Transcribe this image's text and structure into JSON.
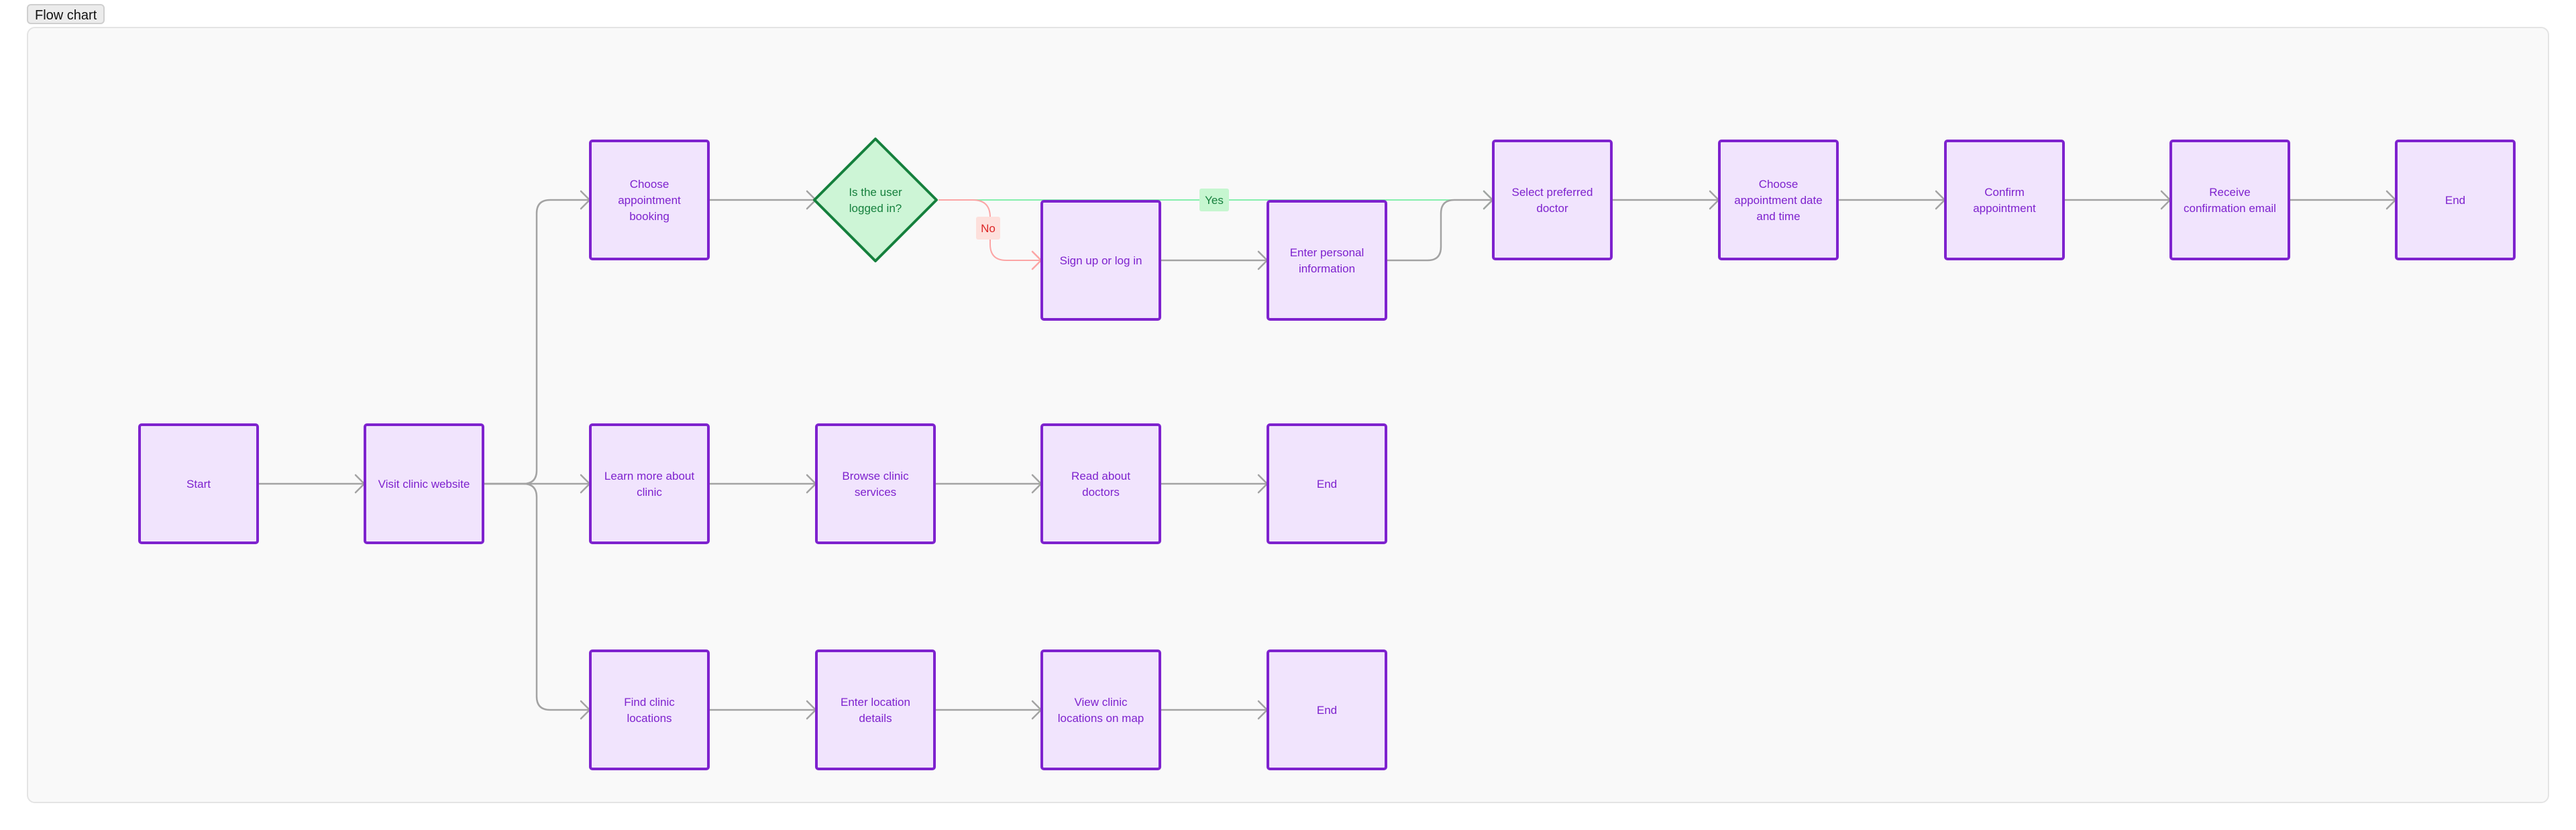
{
  "header": {
    "title": "Flow chart"
  },
  "colors": {
    "node_fill": "#f1e4fd",
    "node_stroke": "#7e22ce",
    "node_text": "#7e22ce",
    "decision_fill": "#cdf5d6",
    "decision_stroke": "#15803d",
    "decision_text": "#15803d",
    "edge": "#a3a3a3",
    "yes_edge": "#86efac",
    "no_edge": "#fca5a5",
    "yes_label_bg": "#c6f6d0",
    "yes_label_text": "#15803d",
    "no_label_bg": "#fde0dc",
    "no_label_text": "#dc2626"
  },
  "flow": {
    "nodes": [
      {
        "id": "start",
        "kind": "process",
        "lines": [
          "Start"
        ]
      },
      {
        "id": "visit",
        "kind": "process",
        "lines": [
          "Visit clinic website"
        ]
      },
      {
        "id": "choose_booking",
        "kind": "process",
        "lines": [
          "Choose",
          "appointment",
          "booking"
        ]
      },
      {
        "id": "logged_in",
        "kind": "decision",
        "lines": [
          "Is the user",
          "logged in?"
        ]
      },
      {
        "id": "signup",
        "kind": "process",
        "lines": [
          "Sign up or log in"
        ]
      },
      {
        "id": "personal_info",
        "kind": "process",
        "lines": [
          "Enter personal",
          "information"
        ]
      },
      {
        "id": "select_doctor",
        "kind": "process",
        "lines": [
          "Select preferred",
          "doctor"
        ]
      },
      {
        "id": "choose_date",
        "kind": "process",
        "lines": [
          "Choose",
          "appointment date",
          "and time"
        ]
      },
      {
        "id": "confirm",
        "kind": "process",
        "lines": [
          "Confirm",
          "appointment"
        ]
      },
      {
        "id": "receive_email",
        "kind": "process",
        "lines": [
          "Receive",
          "confirmation email"
        ]
      },
      {
        "id": "end_booking",
        "kind": "process",
        "lines": [
          "End"
        ]
      },
      {
        "id": "learn_more",
        "kind": "process",
        "lines": [
          "Learn more about",
          "clinic"
        ]
      },
      {
        "id": "browse_services",
        "kind": "process",
        "lines": [
          "Browse clinic",
          "services"
        ]
      },
      {
        "id": "read_doctors",
        "kind": "process",
        "lines": [
          "Read about",
          "doctors"
        ]
      },
      {
        "id": "end_learn",
        "kind": "process",
        "lines": [
          "End"
        ]
      },
      {
        "id": "find_locations",
        "kind": "process",
        "lines": [
          "Find clinic",
          "locations"
        ]
      },
      {
        "id": "enter_location",
        "kind": "process",
        "lines": [
          "Enter location",
          "details"
        ]
      },
      {
        "id": "view_map",
        "kind": "process",
        "lines": [
          "View clinic",
          "locations on map"
        ]
      },
      {
        "id": "end_locations",
        "kind": "process",
        "lines": [
          "End"
        ]
      }
    ],
    "edges": [
      {
        "from": "start",
        "to": "visit"
      },
      {
        "from": "visit",
        "to": "choose_booking"
      },
      {
        "from": "visit",
        "to": "learn_more"
      },
      {
        "from": "visit",
        "to": "find_locations"
      },
      {
        "from": "choose_booking",
        "to": "logged_in"
      },
      {
        "from": "logged_in",
        "to": "personal_info",
        "label": "Yes",
        "style": "yes"
      },
      {
        "from": "logged_in",
        "to": "signup",
        "label": "No",
        "style": "no"
      },
      {
        "from": "signup",
        "to": "personal_info"
      },
      {
        "from": "personal_info",
        "to": "select_doctor"
      },
      {
        "from": "select_doctor",
        "to": "choose_date"
      },
      {
        "from": "choose_date",
        "to": "confirm"
      },
      {
        "from": "confirm",
        "to": "receive_email"
      },
      {
        "from": "receive_email",
        "to": "end_booking"
      },
      {
        "from": "learn_more",
        "to": "browse_services"
      },
      {
        "from": "browse_services",
        "to": "read_doctors"
      },
      {
        "from": "read_doctors",
        "to": "end_learn"
      },
      {
        "from": "find_locations",
        "to": "enter_location"
      },
      {
        "from": "enter_location",
        "to": "view_map"
      },
      {
        "from": "view_map",
        "to": "end_locations"
      }
    ]
  }
}
